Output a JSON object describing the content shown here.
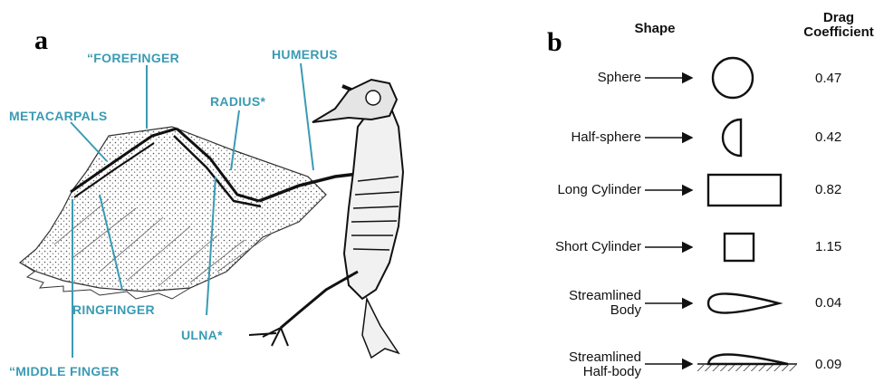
{
  "panel_a": {
    "letter": "a",
    "labels": {
      "forefinger": "“FOREFINGER",
      "humerus": "HUMERUS",
      "metacarpals": "METACARPALS",
      "radius": "RADIUS*",
      "ringfinger": "RINGFINGER",
      "ulna": "ULNA*",
      "middle_finger": "“MIDDLE FINGER"
    },
    "label_color": "#3a9bb4"
  },
  "panel_b": {
    "letter": "b",
    "header_shape": "Shape",
    "header_drag_line1": "Drag",
    "header_drag_line2": "Coefficient",
    "rows": [
      {
        "label": "Sphere",
        "label2": "",
        "value": "0.47",
        "shape_icon": "sphere-icon"
      },
      {
        "label": "Half-sphere",
        "label2": "",
        "value": "0.42",
        "shape_icon": "half-sphere-icon"
      },
      {
        "label": "Long Cylinder",
        "label2": "",
        "value": "0.82",
        "shape_icon": "long-cylinder-icon"
      },
      {
        "label": "Short Cylinder",
        "label2": "",
        "value": "1.15",
        "shape_icon": "short-cylinder-icon"
      },
      {
        "label": "Streamlined",
        "label2": "Body",
        "value": "0.04",
        "shape_icon": "streamlined-body-icon"
      },
      {
        "label": "Streamlined",
        "label2": "Half-body",
        "value": "0.09",
        "shape_icon": "streamlined-half-body-icon"
      }
    ]
  }
}
